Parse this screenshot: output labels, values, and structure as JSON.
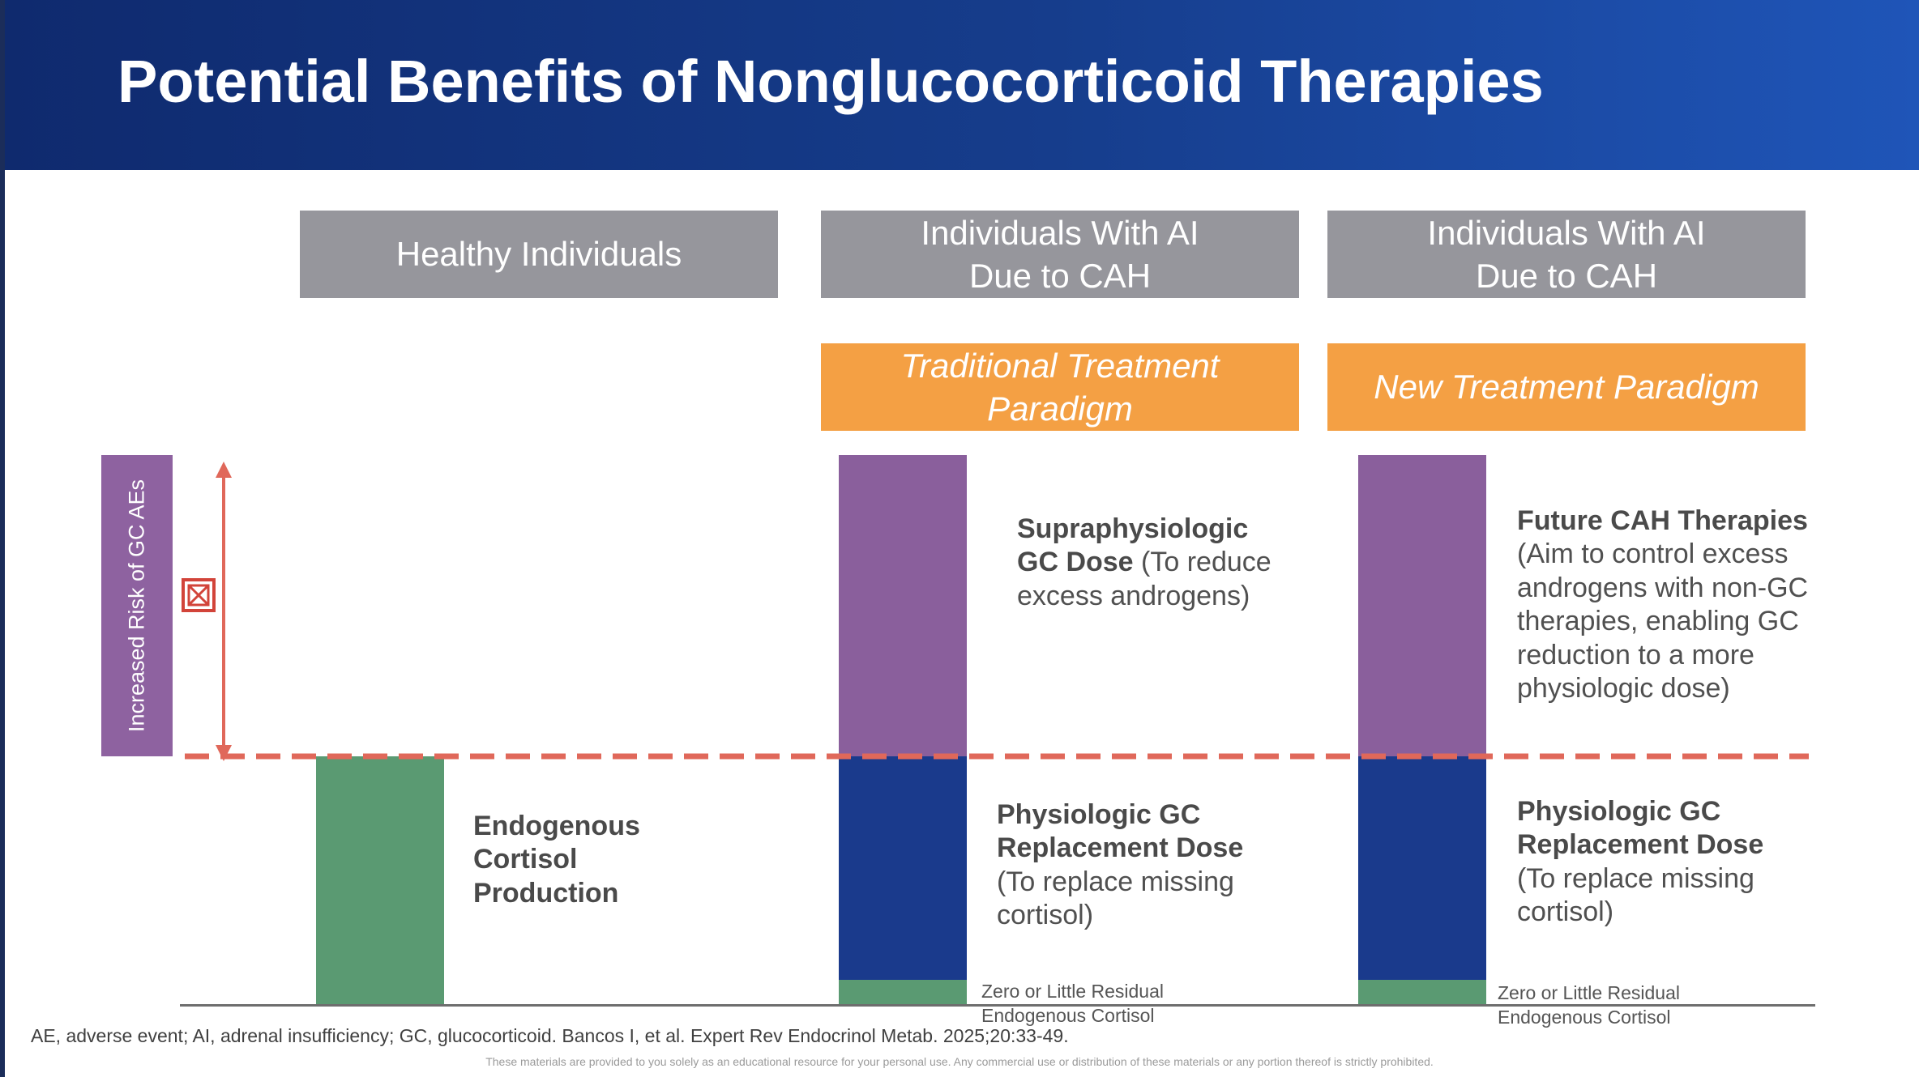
{
  "title": "Potential Benefits of Nonglucocorticoid Therapies",
  "columns": [
    {
      "header": "Healthy Individuals"
    },
    {
      "header_line1": "Individuals With AI",
      "header_line2": "Due to CAH",
      "paradigm_line1": "Traditional Treatment",
      "paradigm_line2": "Paradigm"
    },
    {
      "header_line1": "Individuals With AI",
      "header_line2": "Due to CAH",
      "paradigm": "New Treatment Paradigm"
    }
  ],
  "risk_label": "Increased Risk of GC AEs",
  "labels": {
    "endogenous": [
      "Endogenous",
      "Cortisol",
      "Production"
    ],
    "supra_bold1": "Supraphysiologic",
    "supra_bold2": "GC Dose",
    "supra_rest1": " (To reduce",
    "supra_rest2": "excess androgens)",
    "physio_bold1": "Physiologic GC",
    "physio_bold2": "Replacement Dose",
    "physio_rest1": "(To replace missing",
    "physio_rest2": "cortisol)",
    "future_bold": "Future CAH Therapies",
    "future_lines": [
      "(Aim to control excess",
      "androgens with non-GC",
      "therapies, enabling GC",
      "reduction to a more",
      "physiologic dose)"
    ],
    "residual_line1": "Zero or Little Residual",
    "residual_line2": "Endogenous Cortisol"
  },
  "footnote": "AE, adverse event; AI, adrenal insufficiency; GC, glucocorticoid. Bancos I, et al. Expert Rev Endocrinol Metab. 2025;20:33-49.",
  "disclaimer": "These materials are provided to you solely as an educational resource for your personal use. Any commercial use or distribution of these materials or any portion thereof is strictly prohibited.",
  "colors": {
    "header_bg": "#163d8c",
    "grey": "#96969c",
    "orange": "#f4a044",
    "purple": "#8a5f9c",
    "navy": "#1a3a8c",
    "green": "#5a9a72",
    "threshold_line": "#e0685a"
  },
  "icons": [
    "x-box-icon",
    "double-arrow-icon"
  ]
}
